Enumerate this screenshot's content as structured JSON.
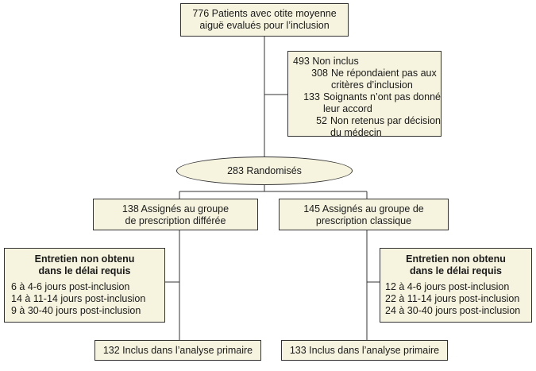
{
  "top": {
    "lines": [
      "776 Patients avec otite moyenne",
      "aiguë evalués pour l’inclusion"
    ]
  },
  "excluded": {
    "head": "493 Non inclus",
    "items": [
      {
        "count": "308",
        "lines": [
          "Ne répondaient pas aux",
          "critères d’inclusion"
        ]
      },
      {
        "count": "133",
        "lines": [
          "Soignants n’ont pas donné",
          "leur accord"
        ]
      },
      {
        "count": "52",
        "lines": [
          "Non retenus par décision",
          "du médecin"
        ]
      }
    ]
  },
  "randomized": "283 Randomisés",
  "left_group": {
    "lines": [
      "138 Assignés au groupe",
      "de prescription différée"
    ]
  },
  "right_group": {
    "lines": [
      "145 Assignés au groupe de",
      "prescription classique"
    ]
  },
  "left_missing": {
    "title": [
      "Entretien non obtenu",
      "dans le délai requis"
    ],
    "items": [
      "6 à 4-6 jours post-inclusion",
      "14 à 11-14 jours post-inclusion",
      "9 à 30-40 jours post-inclusion"
    ]
  },
  "right_missing": {
    "title": [
      "Entretien non obtenu",
      "dans le délai requis"
    ],
    "items": [
      "12 à 4-6 jours post-inclusion",
      "22 à 11-14 jours  post-inclusion",
      "24 à 30-40 jours  post-inclusion"
    ]
  },
  "left_final": "132 Inclus dans l’analyse primaire",
  "right_final": "133 Inclus dans l’analyse primaire"
}
